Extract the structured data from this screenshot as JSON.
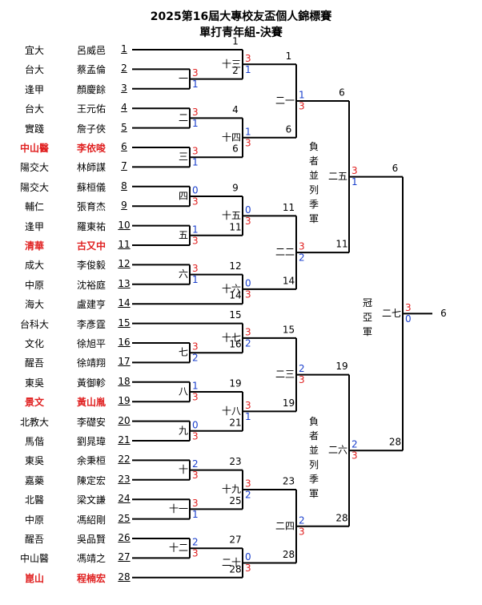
{
  "title": "2025第16屆大專校友盃個人錦標賽",
  "subtitle": "單打青年組-決賽",
  "players": [
    {
      "school": "宜大",
      "name": "呂威邑",
      "seed": "1",
      "highlight": false
    },
    {
      "school": "台大",
      "name": "蔡孟倫",
      "seed": "2",
      "highlight": false
    },
    {
      "school": "逢甲",
      "name": "顏慶餘",
      "seed": "3",
      "highlight": false
    },
    {
      "school": "台大",
      "name": "王元佑",
      "seed": "4",
      "highlight": false
    },
    {
      "school": "實踐",
      "name": "詹子俠",
      "seed": "5",
      "highlight": false
    },
    {
      "school": "中山醫",
      "name": "李依唆",
      "seed": "6",
      "highlight": true
    },
    {
      "school": "陽交大",
      "name": "林師謀",
      "seed": "7",
      "highlight": false
    },
    {
      "school": "陽交大",
      "name": "蘇桓儀",
      "seed": "8",
      "highlight": false
    },
    {
      "school": "輔仁",
      "name": "張育杰",
      "seed": "9",
      "highlight": false
    },
    {
      "school": "逢甲",
      "name": "羅東祐",
      "seed": "10",
      "highlight": false
    },
    {
      "school": "清華",
      "name": "古又中",
      "seed": "11",
      "highlight": true
    },
    {
      "school": "成大",
      "name": "李俊毅",
      "seed": "12",
      "highlight": false
    },
    {
      "school": "中原",
      "name": "沈裕庭",
      "seed": "13",
      "highlight": false
    },
    {
      "school": "海大",
      "name": "盧建亨",
      "seed": "14",
      "highlight": false
    },
    {
      "school": "台科大",
      "name": "李彥霆",
      "seed": "15",
      "highlight": false
    },
    {
      "school": "文化",
      "name": "徐旭平",
      "seed": "16",
      "highlight": false
    },
    {
      "school": "醒吾",
      "name": "徐靖翔",
      "seed": "17",
      "highlight": false
    },
    {
      "school": "東吳",
      "name": "黃御軫",
      "seed": "18",
      "highlight": false
    },
    {
      "school": "景文",
      "name": "黃山胤",
      "seed": "19",
      "highlight": true
    },
    {
      "school": "北教大",
      "name": "李礎安",
      "seed": "20",
      "highlight": false
    },
    {
      "school": "馬偕",
      "name": "劉晁瑋",
      "seed": "21",
      "highlight": false
    },
    {
      "school": "東吳",
      "name": "余秉桓",
      "seed": "22",
      "highlight": false
    },
    {
      "school": "嘉藥",
      "name": "陳定宏",
      "seed": "23",
      "highlight": false
    },
    {
      "school": "北醫",
      "name": "梁文謙",
      "seed": "24",
      "highlight": false
    },
    {
      "school": "中原",
      "name": "馮紹剛",
      "seed": "25",
      "highlight": false
    },
    {
      "school": "醒吾",
      "name": "吳品賢",
      "seed": "26",
      "highlight": false
    },
    {
      "school": "中山醫",
      "name": "馮靖之",
      "seed": "27",
      "highlight": false
    },
    {
      "school": "崑山",
      "name": "程楠宏",
      "seed": "28",
      "highlight": true
    }
  ],
  "round1": [
    {
      "label": "一",
      "top": "3",
      "bottom": "1"
    },
    {
      "label": "二",
      "top": "3",
      "bottom": "1"
    },
    {
      "label": "三",
      "top": "3",
      "bottom": "1"
    },
    {
      "label": "四",
      "top": "0",
      "bottom": "3"
    },
    {
      "label": "五",
      "top": "1",
      "bottom": "3"
    },
    {
      "label": "六",
      "top": "3",
      "bottom": "1"
    },
    {
      "label": "七",
      "top": "3",
      "bottom": "2"
    },
    {
      "label": "八",
      "top": "1",
      "bottom": "3"
    },
    {
      "label": "九",
      "top": "0",
      "bottom": "3"
    },
    {
      "label": "十",
      "top": "2",
      "bottom": "3"
    },
    {
      "label": "十一",
      "top": "3",
      "bottom": "1"
    },
    {
      "label": "十二",
      "top": "2",
      "bottom": "3"
    }
  ],
  "round2": [
    {
      "label": "十三",
      "top": "3",
      "bottom": "1",
      "topEntry": "1",
      "bottomEntry": "2"
    },
    {
      "label": "十四",
      "top": "1",
      "bottom": "3",
      "topEntry": "4",
      "bottomEntry": "6"
    },
    {
      "label": "十五",
      "top": "0",
      "bottom": "3",
      "topEntry": "9",
      "bottomEntry": "11"
    },
    {
      "label": "十六",
      "top": "0",
      "bottom": "3",
      "topEntry": "12",
      "bottomEntry": "14"
    },
    {
      "label": "十七",
      "top": "3",
      "bottom": "2",
      "topEntry": "15",
      "bottomEntry": "16"
    },
    {
      "label": "十八",
      "top": "3",
      "bottom": "1",
      "topEntry": "19",
      "bottomEntry": "21"
    },
    {
      "label": "十九",
      "top": "3",
      "bottom": "2",
      "topEntry": "23",
      "bottomEntry": "25"
    },
    {
      "label": "二十",
      "top": "0",
      "bottom": "3",
      "topEntry": "27",
      "bottomEntry": "28"
    }
  ],
  "round3": [
    {
      "label": "二一",
      "top": "1",
      "bottom": "3",
      "topEntry": "1",
      "bottomEntry": "6"
    },
    {
      "label": "二二",
      "top": "3",
      "bottom": "2",
      "topEntry": "11",
      "bottomEntry": "14"
    },
    {
      "label": "二三",
      "top": "2",
      "bottom": "3",
      "topEntry": "15",
      "bottomEntry": "19"
    },
    {
      "label": "二四",
      "top": "2",
      "bottom": "3",
      "topEntry": "23",
      "bottomEntry": "28"
    }
  ],
  "round4": [
    {
      "label": "二五",
      "top": "3",
      "bottom": "1",
      "topEntry": "6",
      "bottomEntry": "11"
    },
    {
      "label": "二六",
      "top": "2",
      "bottom": "3",
      "topEntry": "19",
      "bottomEntry": "28"
    }
  ],
  "final": {
    "label": "二七",
    "top": "3",
    "bottom": "0",
    "topEntry": "6",
    "bottomEntry": "28",
    "winner": "6"
  },
  "side_labels": {
    "third_upper": "負者並列季軍",
    "third_lower": "負者並列季軍",
    "runner_up": "冠亞軍"
  }
}
